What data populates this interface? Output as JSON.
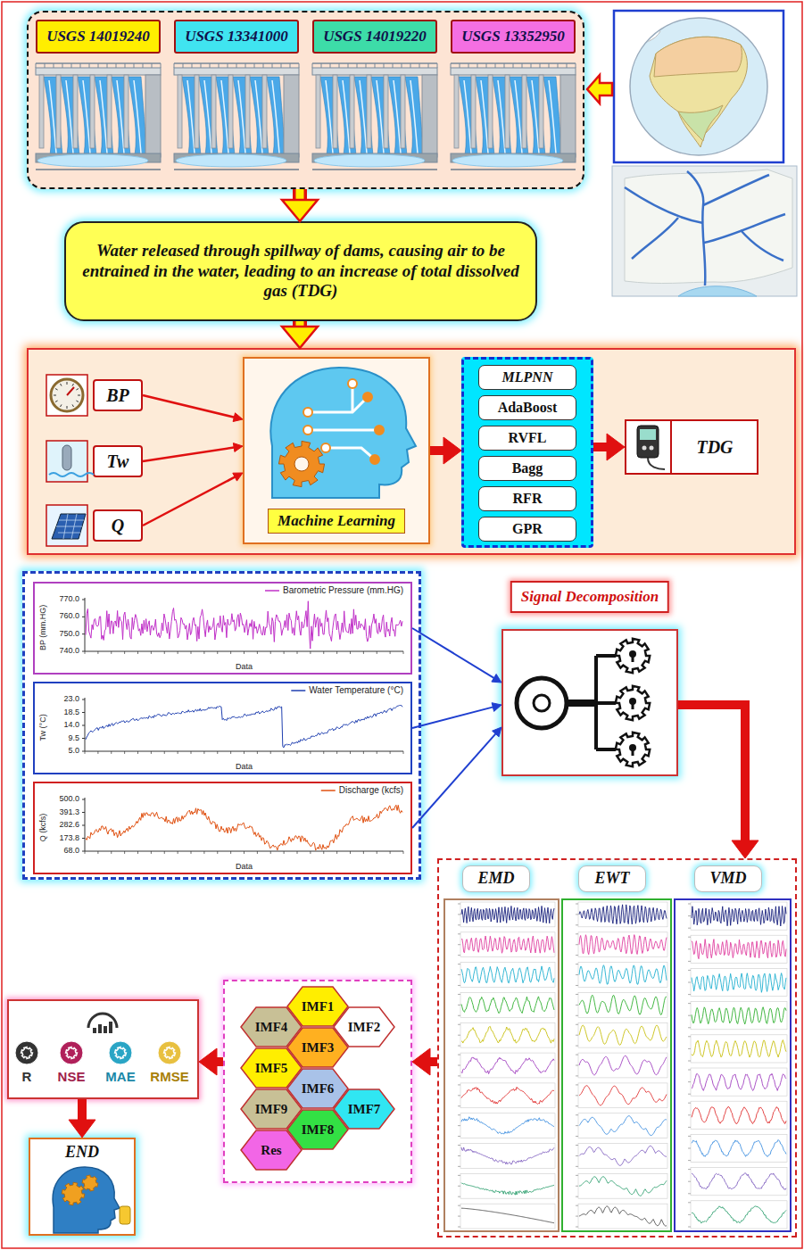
{
  "diagram": {
    "nodes": [
      {
        "text": []
      },
      {
        "text": [
          "USGS 14019240"
        ],
        "in": 0
      },
      {
        "text": [
          "USGS 13341000"
        ],
        "in": 0
      },
      {
        "text": [
          "USGS 14019220"
        ],
        "in": 0
      },
      {
        "text": [
          "USGS 13352950"
        ],
        "in": 0
      },
      {
        "text": [
          "Water released through spillway of dams, causing air to be entrained in the water, leading to an increase of total dissolved gas (TDG)"
        ]
      },
      {
        "text": []
      },
      {
        "text": [
          "BP"
        ],
        "in": 6
      },
      {
        "text": [
          "Tw"
        ],
        "in": 6
      },
      {
        "text": [
          "Q"
        ],
        "in": 6
      },
      {
        "text": [
          "Machine Learning"
        ],
        "in": 6
      },
      {
        "text": [],
        "in": 6
      },
      {
        "text": [
          "MLPNN"
        ],
        "in": 11
      },
      {
        "text": [
          "AdaBoost"
        ],
        "in": 11
      },
      {
        "text": [
          "RVFL"
        ],
        "in": 11
      },
      {
        "text": [
          "Bagg"
        ],
        "in": 11
      },
      {
        "text": [
          "RFR"
        ],
        "in": 11
      },
      {
        "text": [
          "GPR"
        ],
        "in": 11
      },
      {
        "text": [
          "TDG"
        ],
        "in": 6
      },
      {
        "text": []
      },
      {
        "text": [
          "Barometric Pressure (mm.HG)",
          "BP (mm.HG)",
          "Data"
        ],
        "in": 19
      },
      {
        "text": [
          "Water Temperature (°C)",
          "Tw (°C)",
          "Data"
        ],
        "in": 19
      },
      {
        "text": [
          "Discharge (kcfs)",
          "Q (kcfs)",
          "Data"
        ],
        "in": 19
      },
      {
        "text": [
          "Signal Decomposition"
        ]
      },
      {
        "text": []
      },
      {
        "text": [
          "EMD"
        ],
        "in": 24
      },
      {
        "text": [
          "EWT"
        ],
        "in": 24
      },
      {
        "text": [
          "VMD"
        ],
        "in": 24
      },
      {
        "text": []
      },
      {
        "text": [
          "IMF1"
        ],
        "in": 28
      },
      {
        "text": [
          "IMF2"
        ],
        "in": 28
      },
      {
        "text": [
          "IMF3"
        ],
        "in": 28
      },
      {
        "text": [
          "IMF4"
        ],
        "in": 28
      },
      {
        "text": [
          "IMF5"
        ],
        "in": 28
      },
      {
        "text": [
          "IMF6"
        ],
        "in": 28
      },
      {
        "text": [
          "IMF7"
        ],
        "in": 28
      },
      {
        "text": [
          "IMF8"
        ],
        "in": 28
      },
      {
        "text": [
          "IMF9"
        ],
        "in": 28
      },
      {
        "text": [
          "Res"
        ],
        "in": 28
      },
      {
        "text": [
          "R",
          "NSE",
          "MAE",
          "RMSE"
        ]
      },
      {
        "text": [
          "END"
        ]
      }
    ],
    "edges": [
      {
        "from": 0,
        "to": 5,
        "arrow": "to"
      },
      {
        "from": 5,
        "to": 6,
        "arrow": "to"
      },
      {
        "from": 7,
        "to": 10,
        "arrow": "to"
      },
      {
        "from": 8,
        "to": 10,
        "arrow": "to"
      },
      {
        "from": 9,
        "to": 10,
        "arrow": "to"
      },
      {
        "from": 10,
        "to": 11,
        "arrow": "to"
      },
      {
        "from": 11,
        "to": 18,
        "arrow": "to"
      },
      {
        "from": 20,
        "to": 23,
        "arrow": "to"
      },
      {
        "from": 21,
        "to": 23,
        "arrow": "to"
      },
      {
        "from": 22,
        "to": 23,
        "arrow": "to"
      },
      {
        "from": 23,
        "to": 24,
        "arrow": "to"
      },
      {
        "from": 24,
        "to": 28,
        "arrow": "to"
      },
      {
        "from": 28,
        "to": 39,
        "arrow": "to"
      },
      {
        "from": 39,
        "to": 40,
        "arrow": "to"
      }
    ],
    "labels": [
      "770.0",
      "760.0",
      "750.0",
      "740.0",
      "23.0",
      "18.5",
      "14.0",
      "9.5",
      "5.0",
      "500.0",
      "391.3",
      "282.6",
      "173.8",
      "68.0"
    ]
  }
}
